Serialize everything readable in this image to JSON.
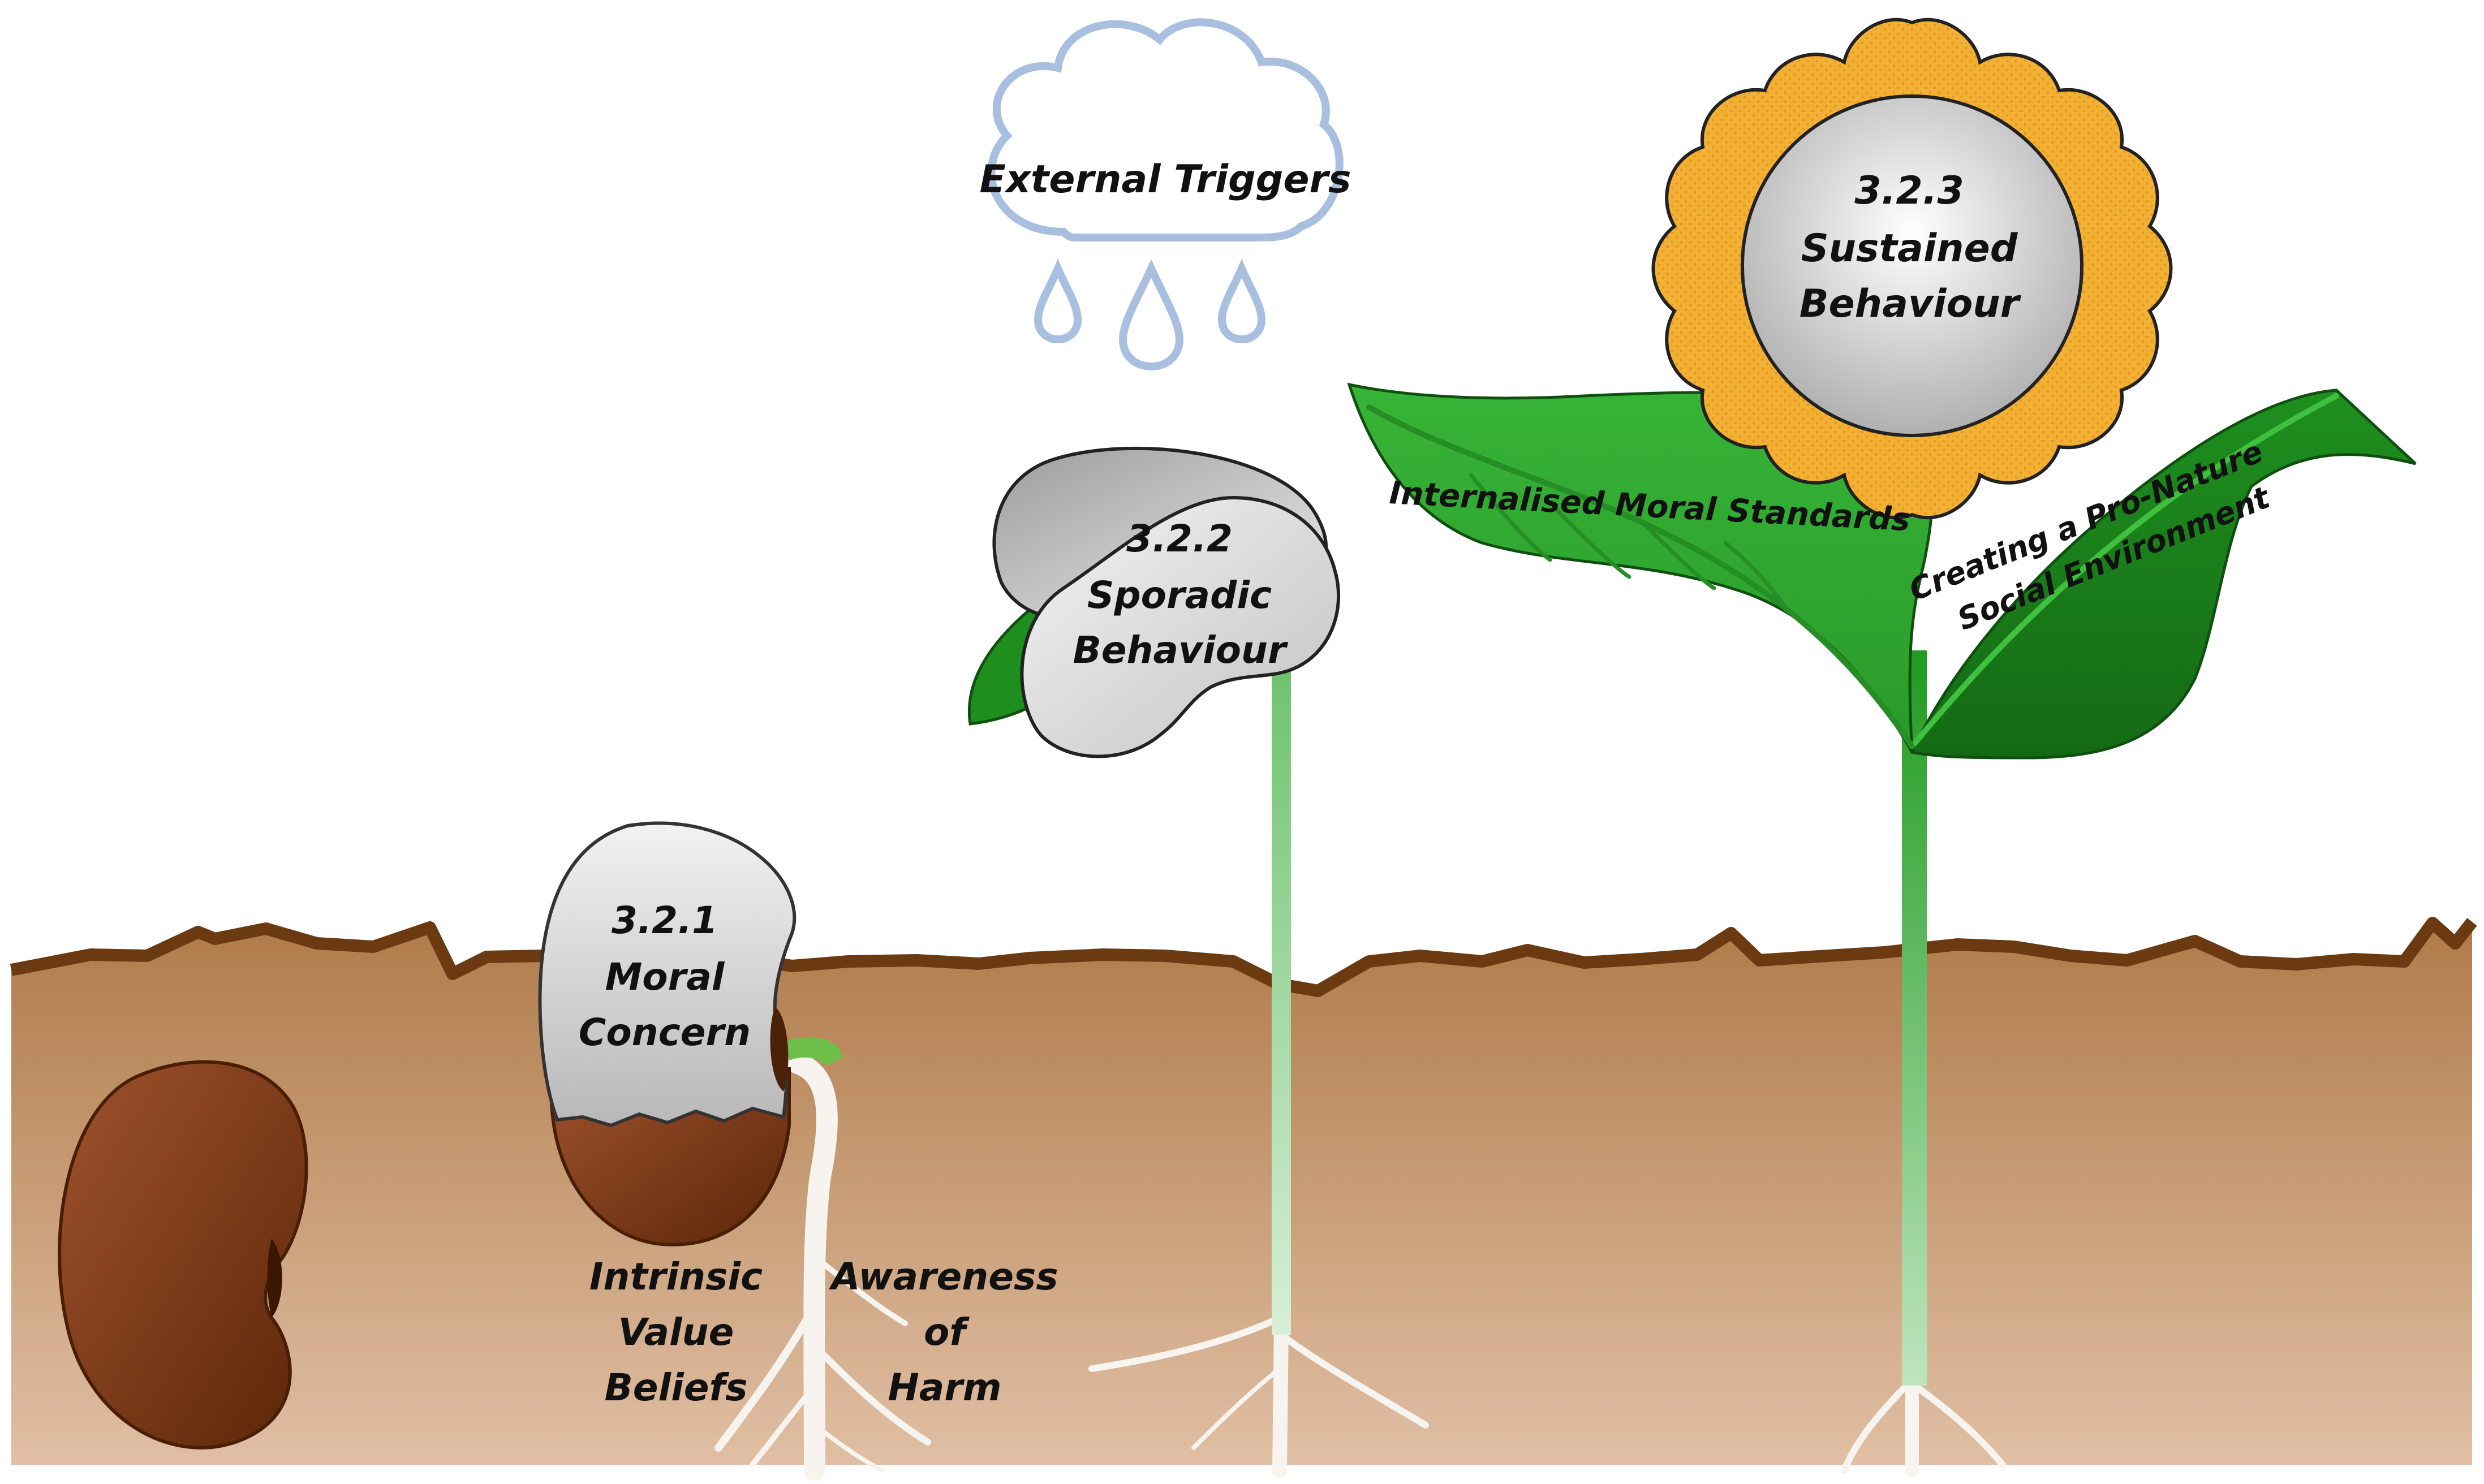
{
  "cloud": {
    "label": "External Triggers"
  },
  "stages": {
    "moral_concern": {
      "number": "3.2.1",
      "line1": "Moral",
      "line2": "Concern"
    },
    "sporadic": {
      "number": "3.2.2",
      "line1": "Sporadic",
      "line2": "Behaviour"
    },
    "sustained": {
      "number": "3.2.3",
      "line1": "Sustained",
      "line2": "Behaviour"
    }
  },
  "roots": {
    "intrinsic": {
      "line1": "Intrinsic",
      "line2": "Value",
      "line3": "Beliefs"
    },
    "awareness": {
      "line1": "Awareness",
      "line2": "of",
      "line3": "Harm"
    }
  },
  "leaves": {
    "left": "Internalised Moral Standards",
    "right_line1": "Creating a Pro-Nature",
    "right_line2": "Social Environment"
  },
  "colors": {
    "soil_top": "#b5804f",
    "soil_bottom": "#dcb79a",
    "soil_edge": "#6b3a10",
    "seed_brown": "#7a3a12",
    "seed_light": "#d8d8d8",
    "leaf_green": "#2fa52f",
    "leaf_dark": "#1a7a1a",
    "petal": "#f2b134",
    "cloud_outline": "#a9bfe0"
  }
}
